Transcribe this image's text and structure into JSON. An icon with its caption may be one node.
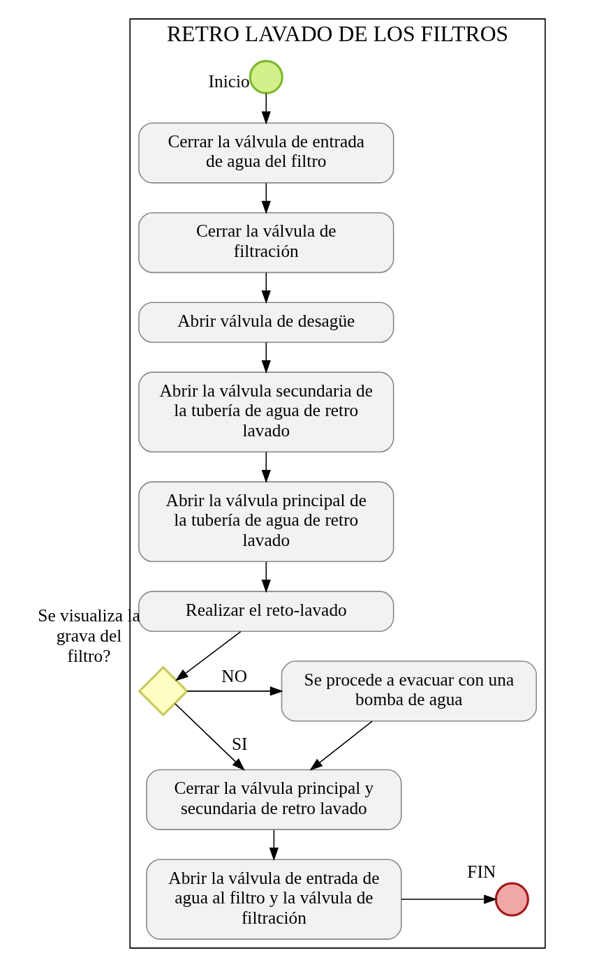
{
  "diagram": {
    "nodes": [
      {
        "text": [
          "RETRO LAVADO DE LOS FILTROS"
        ]
      },
      {
        "text": [],
        "shape": "circle",
        "beside": [
          "Inicio"
        ],
        "in": 0
      },
      {
        "text": [
          "Cerrar la válvula de entrada de agua del filtro"
        ],
        "in": 0
      },
      {
        "text": [
          "Cerrar la válvula de filtración"
        ],
        "in": 0
      },
      {
        "text": [
          "Abrir válvula de desagüe"
        ],
        "in": 0
      },
      {
        "text": [
          "Abrir la válvula secundaria de la tubería de agua de retro lavado"
        ],
        "in": 0
      },
      {
        "text": [
          "Abrir la válvula principal de la tubería de agua de retro lavado"
        ],
        "in": 0
      },
      {
        "text": [
          "Realizar el reto-lavado"
        ],
        "in": 0
      },
      {
        "text": [],
        "shape": "diamond",
        "beside": [
          "Se visualiza la grava del filtro?"
        ],
        "in": 0
      },
      {
        "text": [
          "Se procede a evacuar con una bomba de agua"
        ],
        "in": 0
      },
      {
        "text": [
          "Cerrar la válvula principal y secundaria de retro lavado"
        ],
        "in": 0
      },
      {
        "text": [
          "Abrir la válvula de entrada de agua al filtro y la válvula de filtración"
        ],
        "in": 0
      },
      {
        "text": [],
        "shape": "circle",
        "beside": [
          "FIN"
        ],
        "in": 0
      }
    ],
    "edges": [
      {
        "from": 1,
        "to": 2,
        "arrow": "to"
      },
      {
        "from": 2,
        "to": 3,
        "arrow": "to"
      },
      {
        "from": 3,
        "to": 4,
        "arrow": "to"
      },
      {
        "from": 4,
        "to": 5,
        "arrow": "to"
      },
      {
        "from": 5,
        "to": 6,
        "arrow": "to"
      },
      {
        "from": 6,
        "to": 7,
        "arrow": "to"
      },
      {
        "from": 7,
        "to": 8,
        "arrow": "to"
      },
      {
        "from": 8,
        "to": 9,
        "arrow": "to",
        "label": "NO"
      },
      {
        "from": 8,
        "to": 10,
        "arrow": "to",
        "label": "SI"
      },
      {
        "from": 9,
        "to": 10,
        "arrow": "to"
      },
      {
        "from": 10,
        "to": 11,
        "arrow": "to"
      },
      {
        "from": 11,
        "to": 12,
        "arrow": "to"
      }
    ]
  }
}
